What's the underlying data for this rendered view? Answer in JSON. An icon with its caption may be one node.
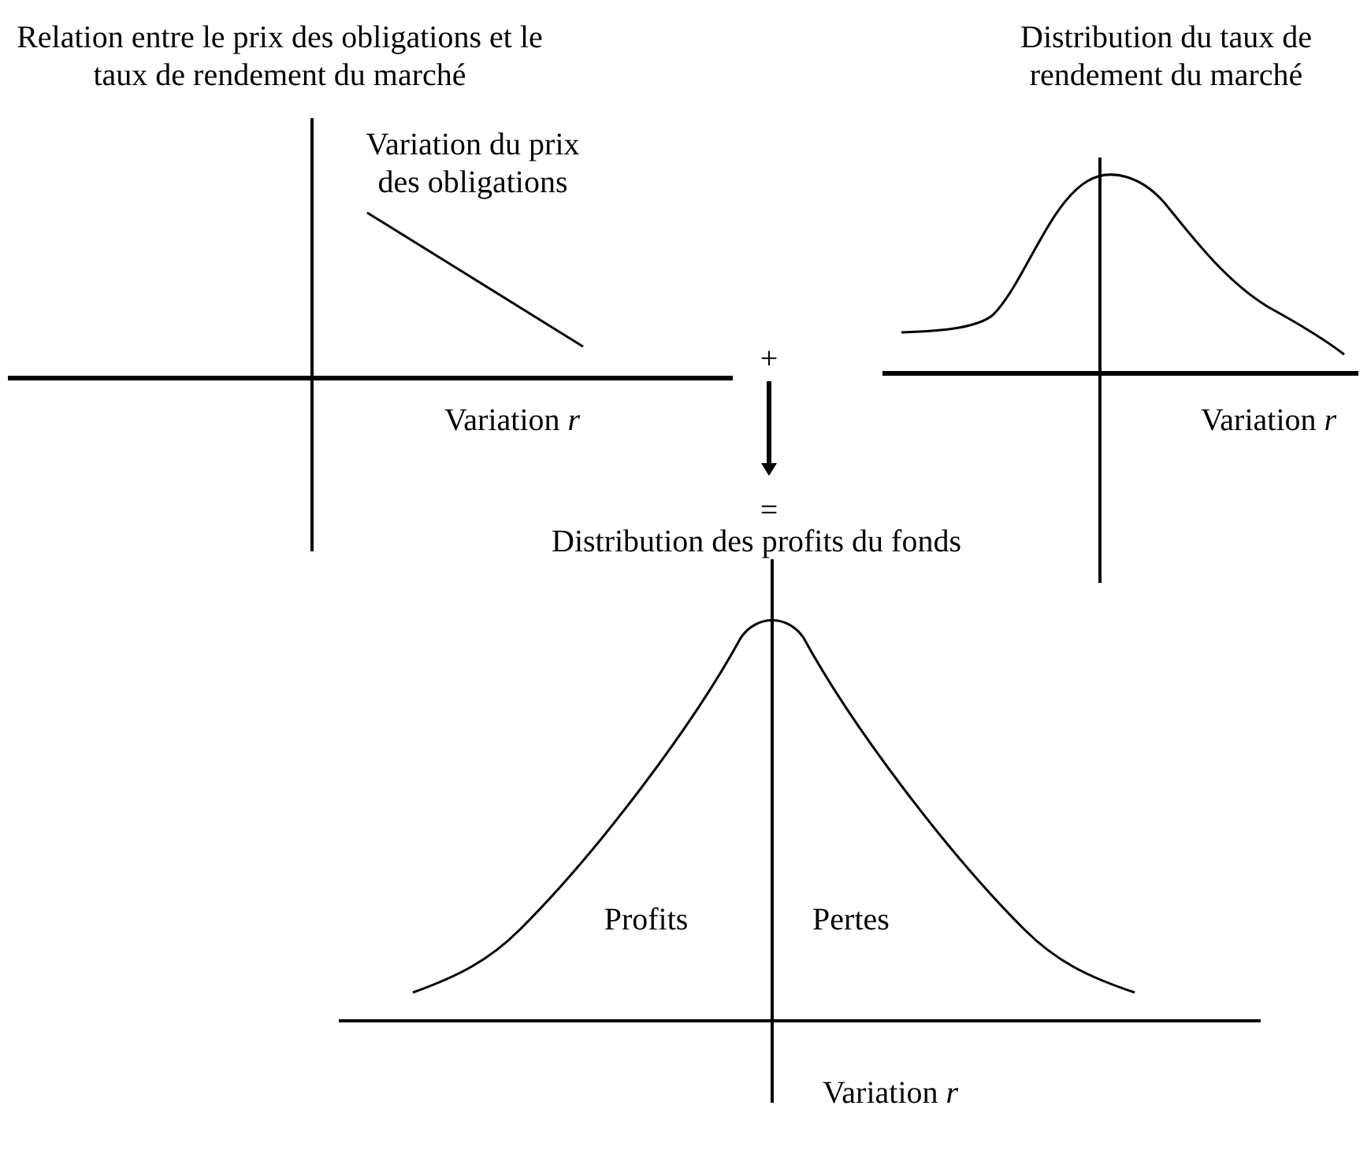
{
  "diagram": {
    "labels": [
      "Relation entre le prix des obligations et le taux de rendement du marché",
      "Distribution du taux de rendement du marché",
      "Variation du prix des obligations",
      "+",
      "Variation *r*",
      "Variation *r*",
      "=",
      "Distribution des profits du fonds",
      "Profits",
      "Pertes",
      "Variation *r*"
    ]
  }
}
